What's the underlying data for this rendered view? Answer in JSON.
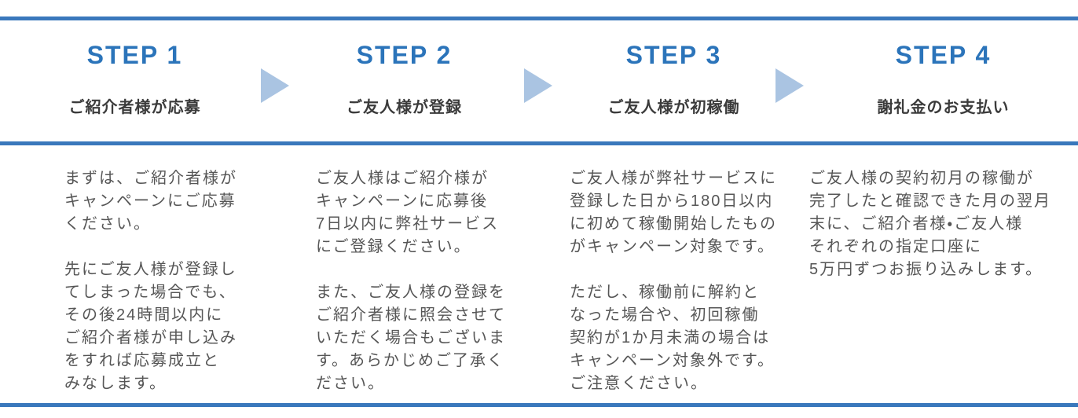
{
  "accent_color": "#3a78bc",
  "arrow_color": "#aac4e2",
  "steps": [
    {
      "title": "STEP 1",
      "subtitle": "ご紹介者様が応募",
      "body": "まずは、ご紹介者様が\nキャンペーンにご応募\nください。\n\n先にご友人様が登録し\nてしまった場合でも、\nその後24時間以内に\nご紹介者様が申し込み\nをすれば応募成立と\nみなします。"
    },
    {
      "title": "STEP 2",
      "subtitle": "ご友人様が登録",
      "body": "ご友人様はご紹介様が\nキャンペーンに応募後\n7日以内に弊社サービス\nにご登録ください。\n\nまた、ご友人様の登録を\nご紹介者様に照会させて\nいただく場合もございま\nす。あらかじめご了承く\nださい。"
    },
    {
      "title": "STEP 3",
      "subtitle": "ご友人様が初稼働",
      "body": "ご友人様が弊社サービスに\n登録した日から180日以内\nに初めて稼働開始したもの\nがキャンペーン対象です。\n\nただし、稼働前に解約と\nなった場合や、初回稼働\n契約が1か月未満の場合は\nキャンペーン対象外です。\nご注意ください。"
    },
    {
      "title": "STEP 4",
      "subtitle": "謝礼金のお支払い",
      "body": "ご友人様の契約初月の稼働が\n完了したと確認できた月の翌月\n末に、ご紹介者様・ご友人様\nそれぞれの指定口座に\n5万円ずつお振り込みします。"
    }
  ]
}
